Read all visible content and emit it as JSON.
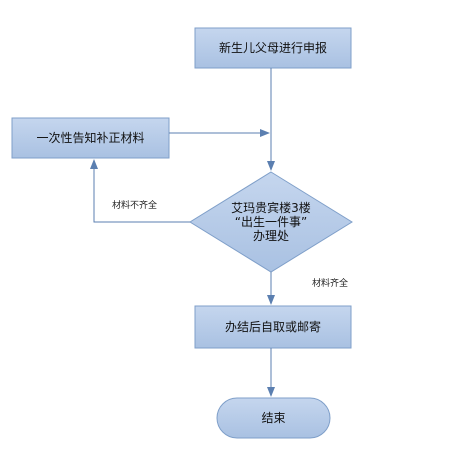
{
  "flowchart": {
    "nodes": {
      "apply": {
        "text": "新生儿父母进行申报"
      },
      "supplement": {
        "text": "一次性告知补正材料"
      },
      "decision": {
        "line1": "艾玛贵宾楼3楼",
        "line2": "“出生一件事”",
        "line3": "办理处"
      },
      "deliver": {
        "text": "办结后自取或邮寄"
      },
      "end": {
        "text": "结束"
      }
    },
    "edges": {
      "incomplete": {
        "label": "材料不齐全"
      },
      "complete": {
        "label": "材料齐全"
      }
    },
    "colors": {
      "box_fill": "#b3c9e6",
      "box_stroke": "#7f9fc9",
      "arrow": "#5b7fb0"
    }
  }
}
